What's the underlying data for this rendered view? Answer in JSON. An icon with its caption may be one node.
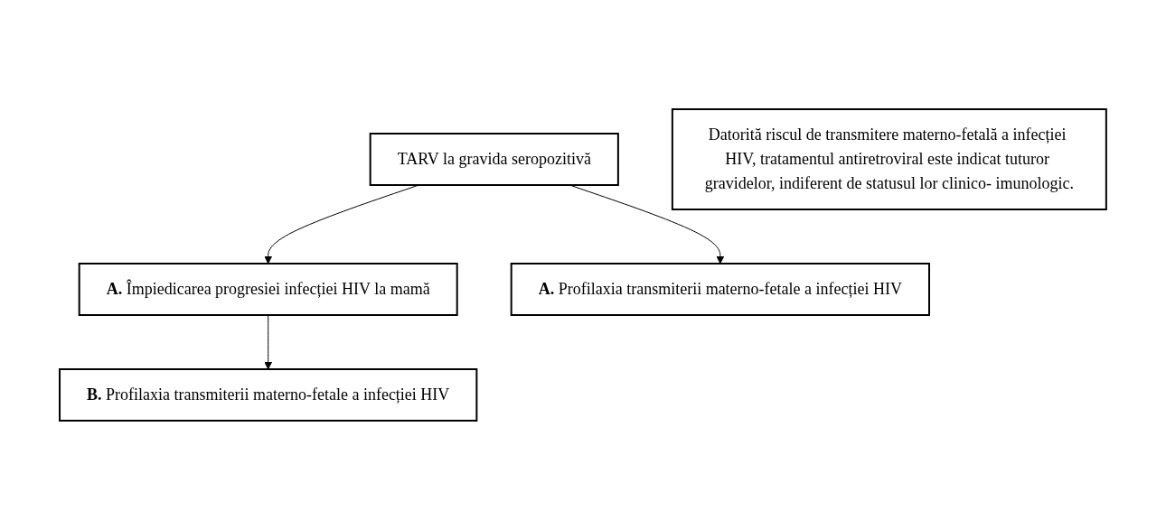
{
  "diagram": {
    "nodes": [
      {
        "text": [
          "TARV la gravida seropozitivă"
        ]
      },
      {
        "text": [
          "**A.** Împiedicarea progresiei infecției HIV la mamă"
        ]
      },
      {
        "text": [
          "**B.** Profilaxia transmiterii materno-fetale a infecției HIV"
        ]
      },
      {
        "text": [
          "**A.** Profilaxia transmiterii materno-fetale a infecției HIV"
        ]
      },
      {
        "text": [
          "Datorită riscul de transmitere materno-fetală a infecției HIV, tratamentul antiretroviral este indicat tuturor gravidelor, indiferent de statusul lor clinico- imunologic."
        ]
      }
    ],
    "edges": [
      {
        "from": 0,
        "to": 1,
        "arrow": "to"
      },
      {
        "from": 0,
        "to": 3,
        "arrow": "to"
      },
      {
        "from": 1,
        "to": 2,
        "arrow": "to"
      }
    ]
  }
}
